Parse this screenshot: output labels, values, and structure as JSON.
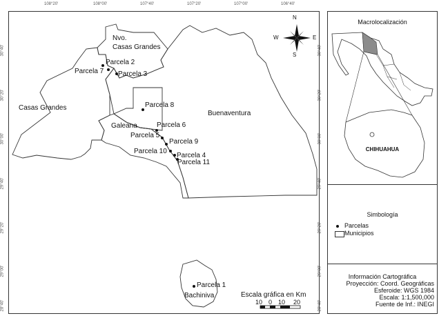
{
  "coordinates": {
    "top": [
      "108°20'",
      "108°00'",
      "107°40'",
      "107°20'",
      "107°00'",
      "106°40'"
    ],
    "left": [
      "30°40'",
      "30°20'",
      "30°00'",
      "29°40'",
      "29°20'",
      "29°00'",
      "28°40'"
    ],
    "right": [
      "30°40'",
      "30°20'",
      "30°00'",
      "29°40'",
      "29°20'",
      "29°00'",
      "28°40'"
    ]
  },
  "map": {
    "municipalities": [
      "Nvo.",
      "Casas Grandes",
      "Casas Grandes",
      "Galeana",
      "Buenaventura",
      "Bachiniva"
    ],
    "parcels": [
      "Parcela 2",
      "Parcela 7",
      "Parcela 3",
      "Parcela 8",
      "Parcela 6",
      "Parcela 5",
      "Parcela 9",
      "Parcela 10",
      "Parcela 4",
      "Parcela 11",
      "Parcela 1"
    ],
    "compass": {
      "n": "N",
      "s": "S",
      "e": "E",
      "w": "W"
    },
    "scale": {
      "title": "Escala gráfica en Km",
      "ticks": [
        "10",
        "0",
        "10",
        "20"
      ]
    }
  },
  "inset": {
    "title": "Macrolocalización",
    "state_label": "CHIHUAHUA"
  },
  "legend": {
    "title": "Simbología",
    "items": [
      "Parcelas",
      "Municipios"
    ]
  },
  "info": {
    "title": "Información Cartográfica",
    "lines": [
      "Proyección: Coord. Geográficas",
      "Esferoide: WGS 1984",
      "Escala: 1:1,500,000",
      "Fuente de Inf.: INEGI"
    ]
  },
  "colors": {
    "line": "#333333",
    "highlight": "#8c8c8c"
  }
}
